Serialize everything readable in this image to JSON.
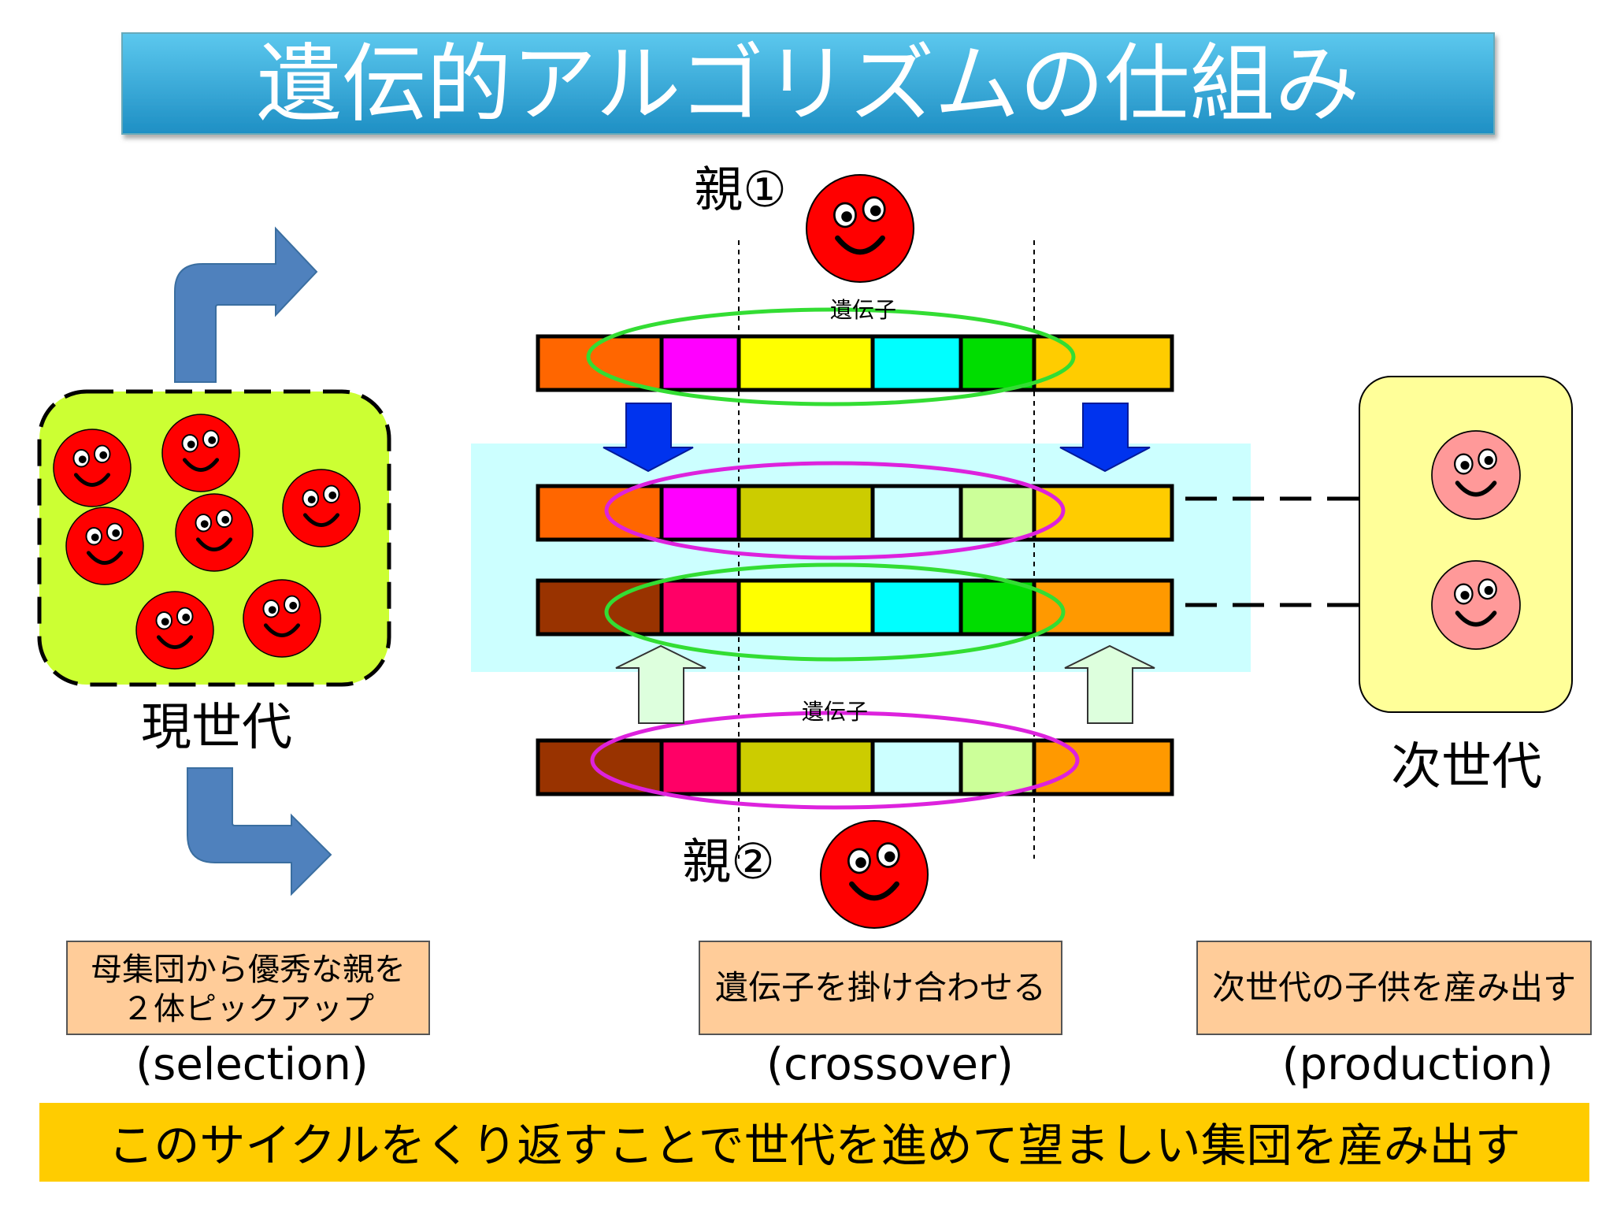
{
  "title": "遺伝的アルゴリズムの仕組み",
  "labels": {
    "current_generation": "現世代",
    "next_generation": "次世代",
    "parent1": "親①",
    "parent2": "親②",
    "gene_top": "遺伝子",
    "gene_bottom": "遺伝子"
  },
  "steps": {
    "selection": {
      "line1": "母集団から優秀な親を",
      "line2": "２体ピックアップ",
      "term": "(selection)"
    },
    "crossover": {
      "text": "遺伝子を掛け合わせる",
      "term": "(crossover)"
    },
    "production": {
      "text": "次世代の子供を産み出す",
      "term": "(production)"
    }
  },
  "footer": "このサイクルをくり返すことで世代を進めて望ましい集団を産み出す",
  "colors": {
    "parent1_genes": [
      "#ff6600",
      "#ff00ff",
      "#ffff00",
      "#00ffff",
      "#00dd00",
      "#ffcc00"
    ],
    "parent2_genes": [
      "#993300",
      "#ff0066",
      "#cccc00",
      "#ccffff",
      "#ccff99",
      "#ff9900"
    ],
    "child1_genes": [
      "#ff6600",
      "#ff00ff",
      "#cccc00",
      "#ccffff",
      "#ccff99",
      "#ffcc00"
    ],
    "child2_genes": [
      "#993300",
      "#ff0066",
      "#ffff00",
      "#00ffff",
      "#00dd00",
      "#ff9900"
    ],
    "face_red": "#ff0000",
    "face_pink": "#ff9999",
    "population_bg": "#ccff33",
    "next_gen_bg": "#ffff99",
    "crossover_bg": "#ccffff",
    "caption_bg": "#ffcc99",
    "footer_bg": "#ffcc00",
    "title_bg": "#33aadd",
    "ring_green": "#33dd33",
    "ring_magenta": "#dd22dd"
  }
}
